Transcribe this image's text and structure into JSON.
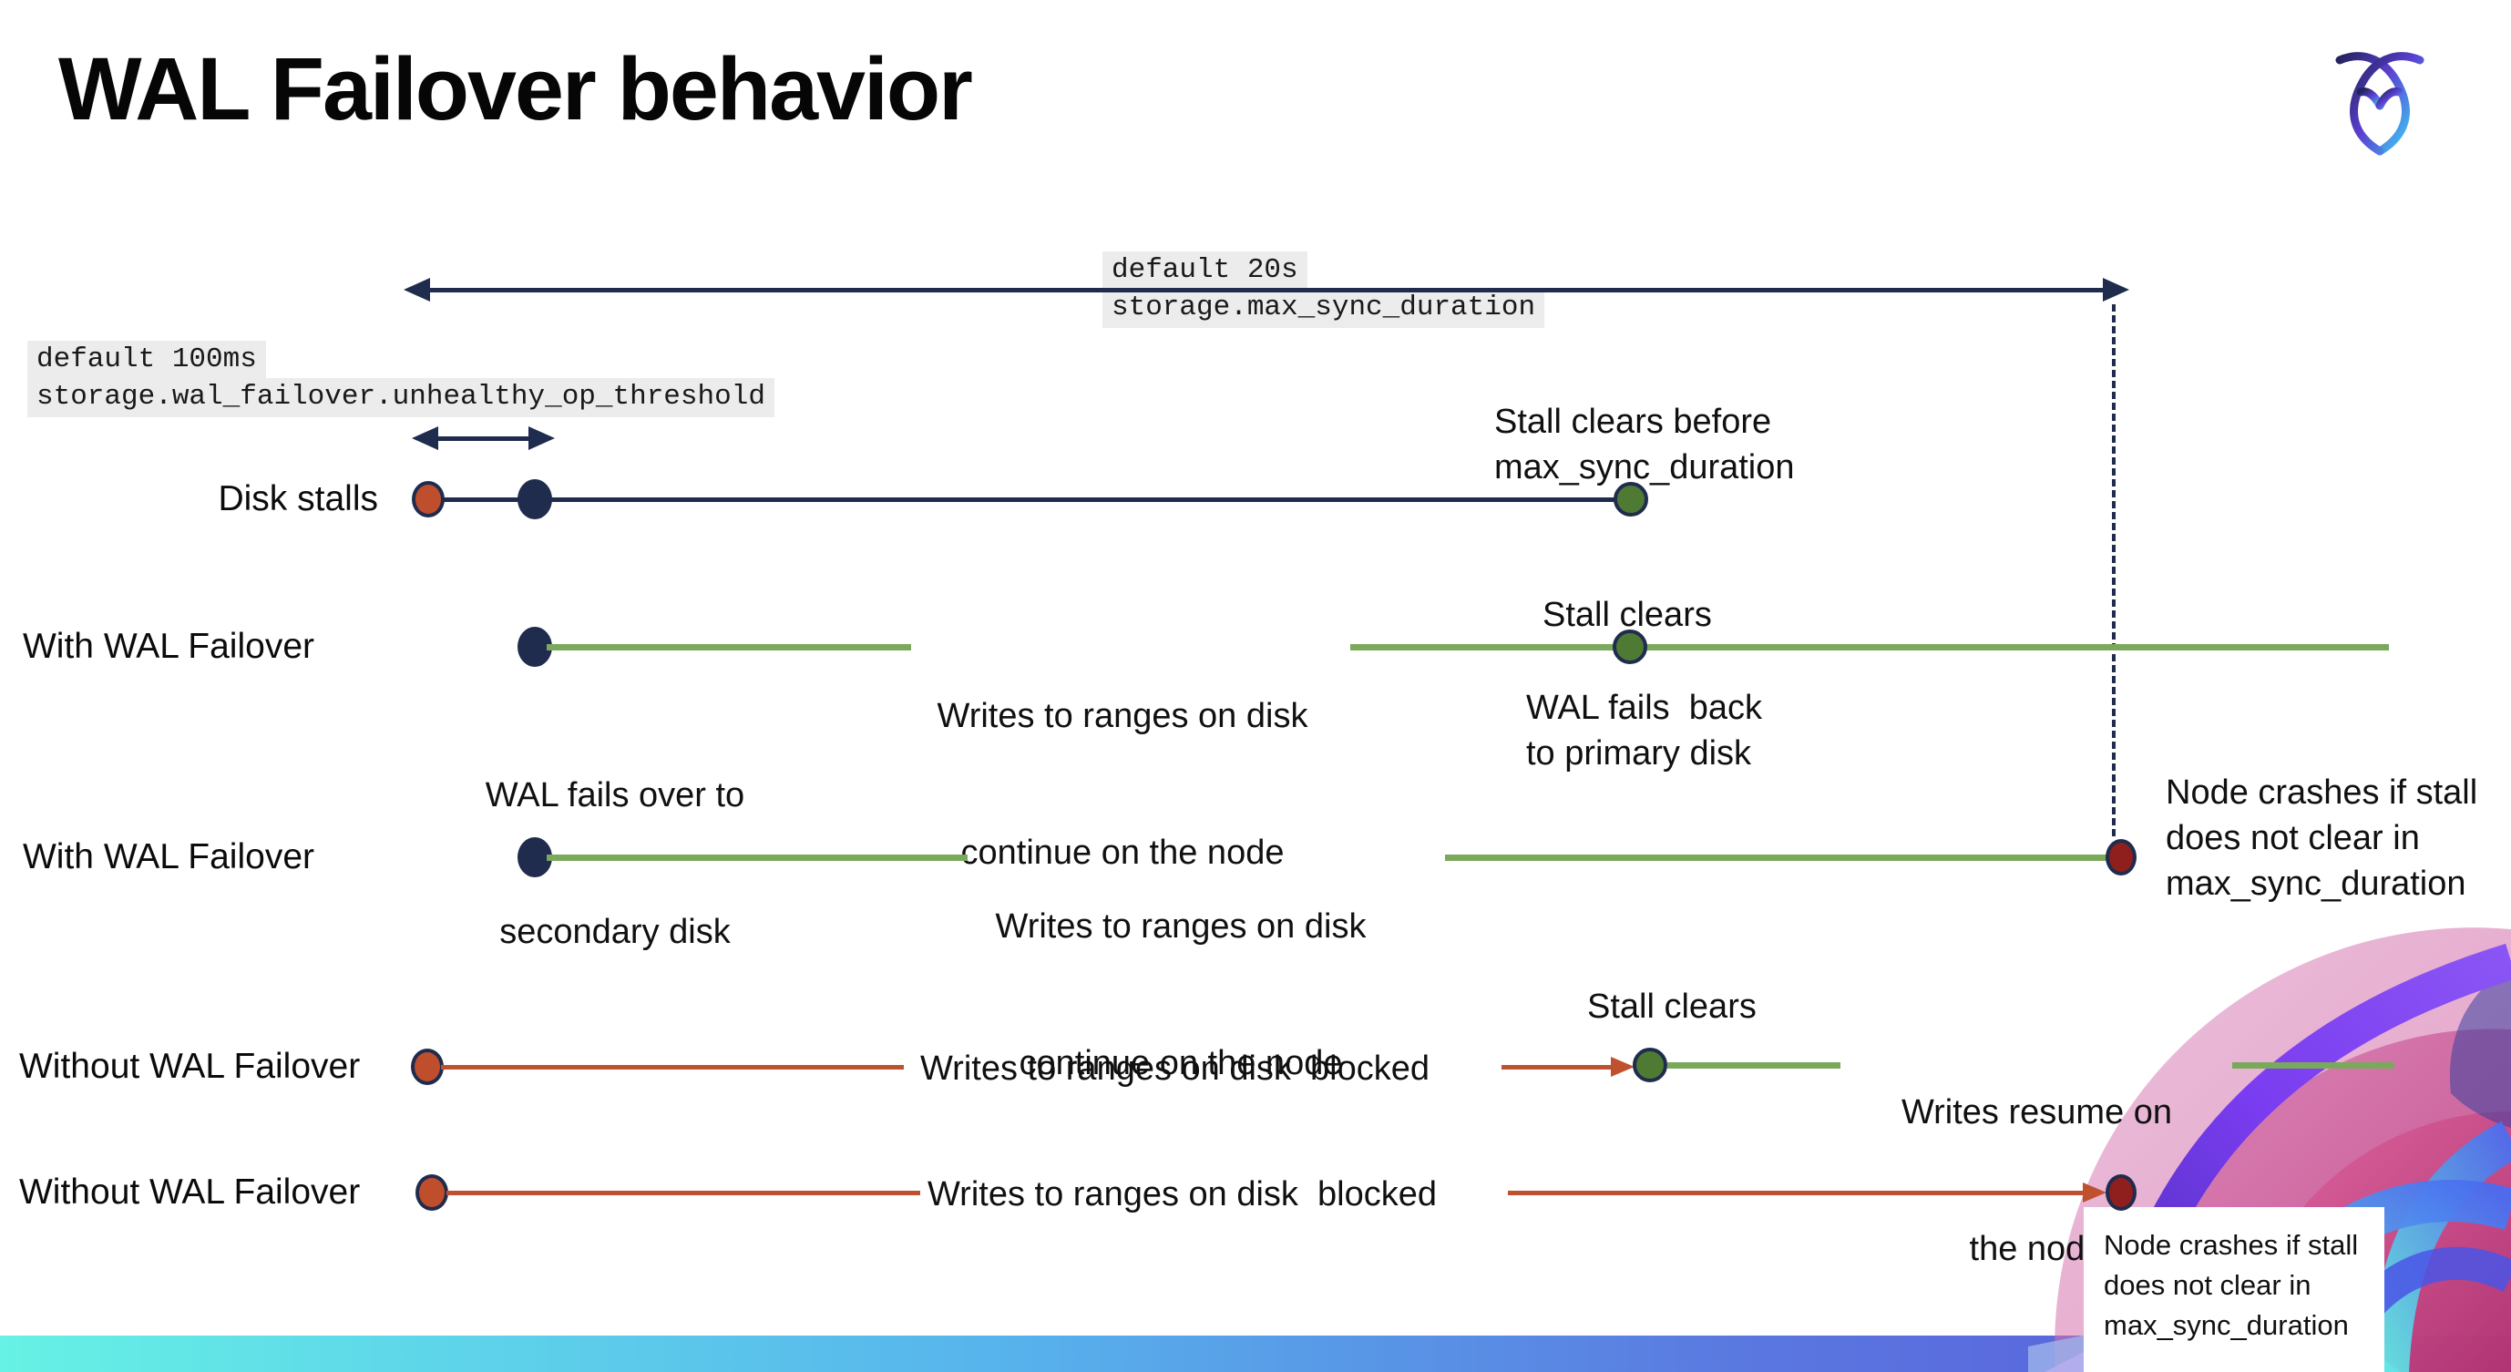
{
  "title": "WAL Failover behavior",
  "logo": "cockroachdb-logo",
  "settings": {
    "max_sync": {
      "default_label": "default 20s",
      "setting_name": "storage.max_sync_duration"
    },
    "unhealthy_op": {
      "default_label": "default 100ms",
      "setting_name": "storage.wal_failover.unhealthy_op_threshold"
    }
  },
  "rows": {
    "disk_stalls": {
      "label": "Disk stalls",
      "stall_clears_before": {
        "line1": "Stall clears before",
        "line2": "max_sync_duration"
      }
    },
    "with_wal_1": {
      "label": "With WAL Failover",
      "failover_note": {
        "line1": "WAL fails over to",
        "line2": "secondary disk"
      },
      "writes_note": {
        "line1": "Writes to ranges on disk",
        "line2": "continue on the node"
      },
      "stall_clears": "Stall clears",
      "failback_note": {
        "line1": "WAL fails  back",
        "line2": "to primary disk"
      }
    },
    "with_wal_2": {
      "label": "With WAL Failover",
      "writes_note": {
        "line1": "Writes to ranges on disk",
        "line2": "continue on the node"
      },
      "crash_note": {
        "line1": "Node crashes if stall",
        "line2": "does not clear in",
        "line3": "max_sync_duration"
      }
    },
    "without_wal_1": {
      "label": "Without WAL Failover",
      "blocked_note": "Writes to ranges on disk  blocked",
      "stall_clears": "Stall clears",
      "resume_note": {
        "line1": "Writes resume on",
        "line2": "the node"
      }
    },
    "without_wal_2": {
      "label": "Without WAL Failover",
      "blocked_note": "Writes to ranges on disk  blocked",
      "crash_note": {
        "line1": "Node crashes if stall",
        "line2": "does not clear in",
        "line3": "max_sync_duration"
      }
    }
  },
  "colors": {
    "navy": "#1f2c4e",
    "green_line": "#7aa95c",
    "green_dot": "#4e7a33",
    "red_line": "#c0512f",
    "red_dot": "#bf4e2c",
    "crash_red": "#8e1f1c",
    "label_bg": "#ececec",
    "footer_gradient": [
      "#66f2e4",
      "#57b3ec",
      "#5b55d8"
    ]
  }
}
